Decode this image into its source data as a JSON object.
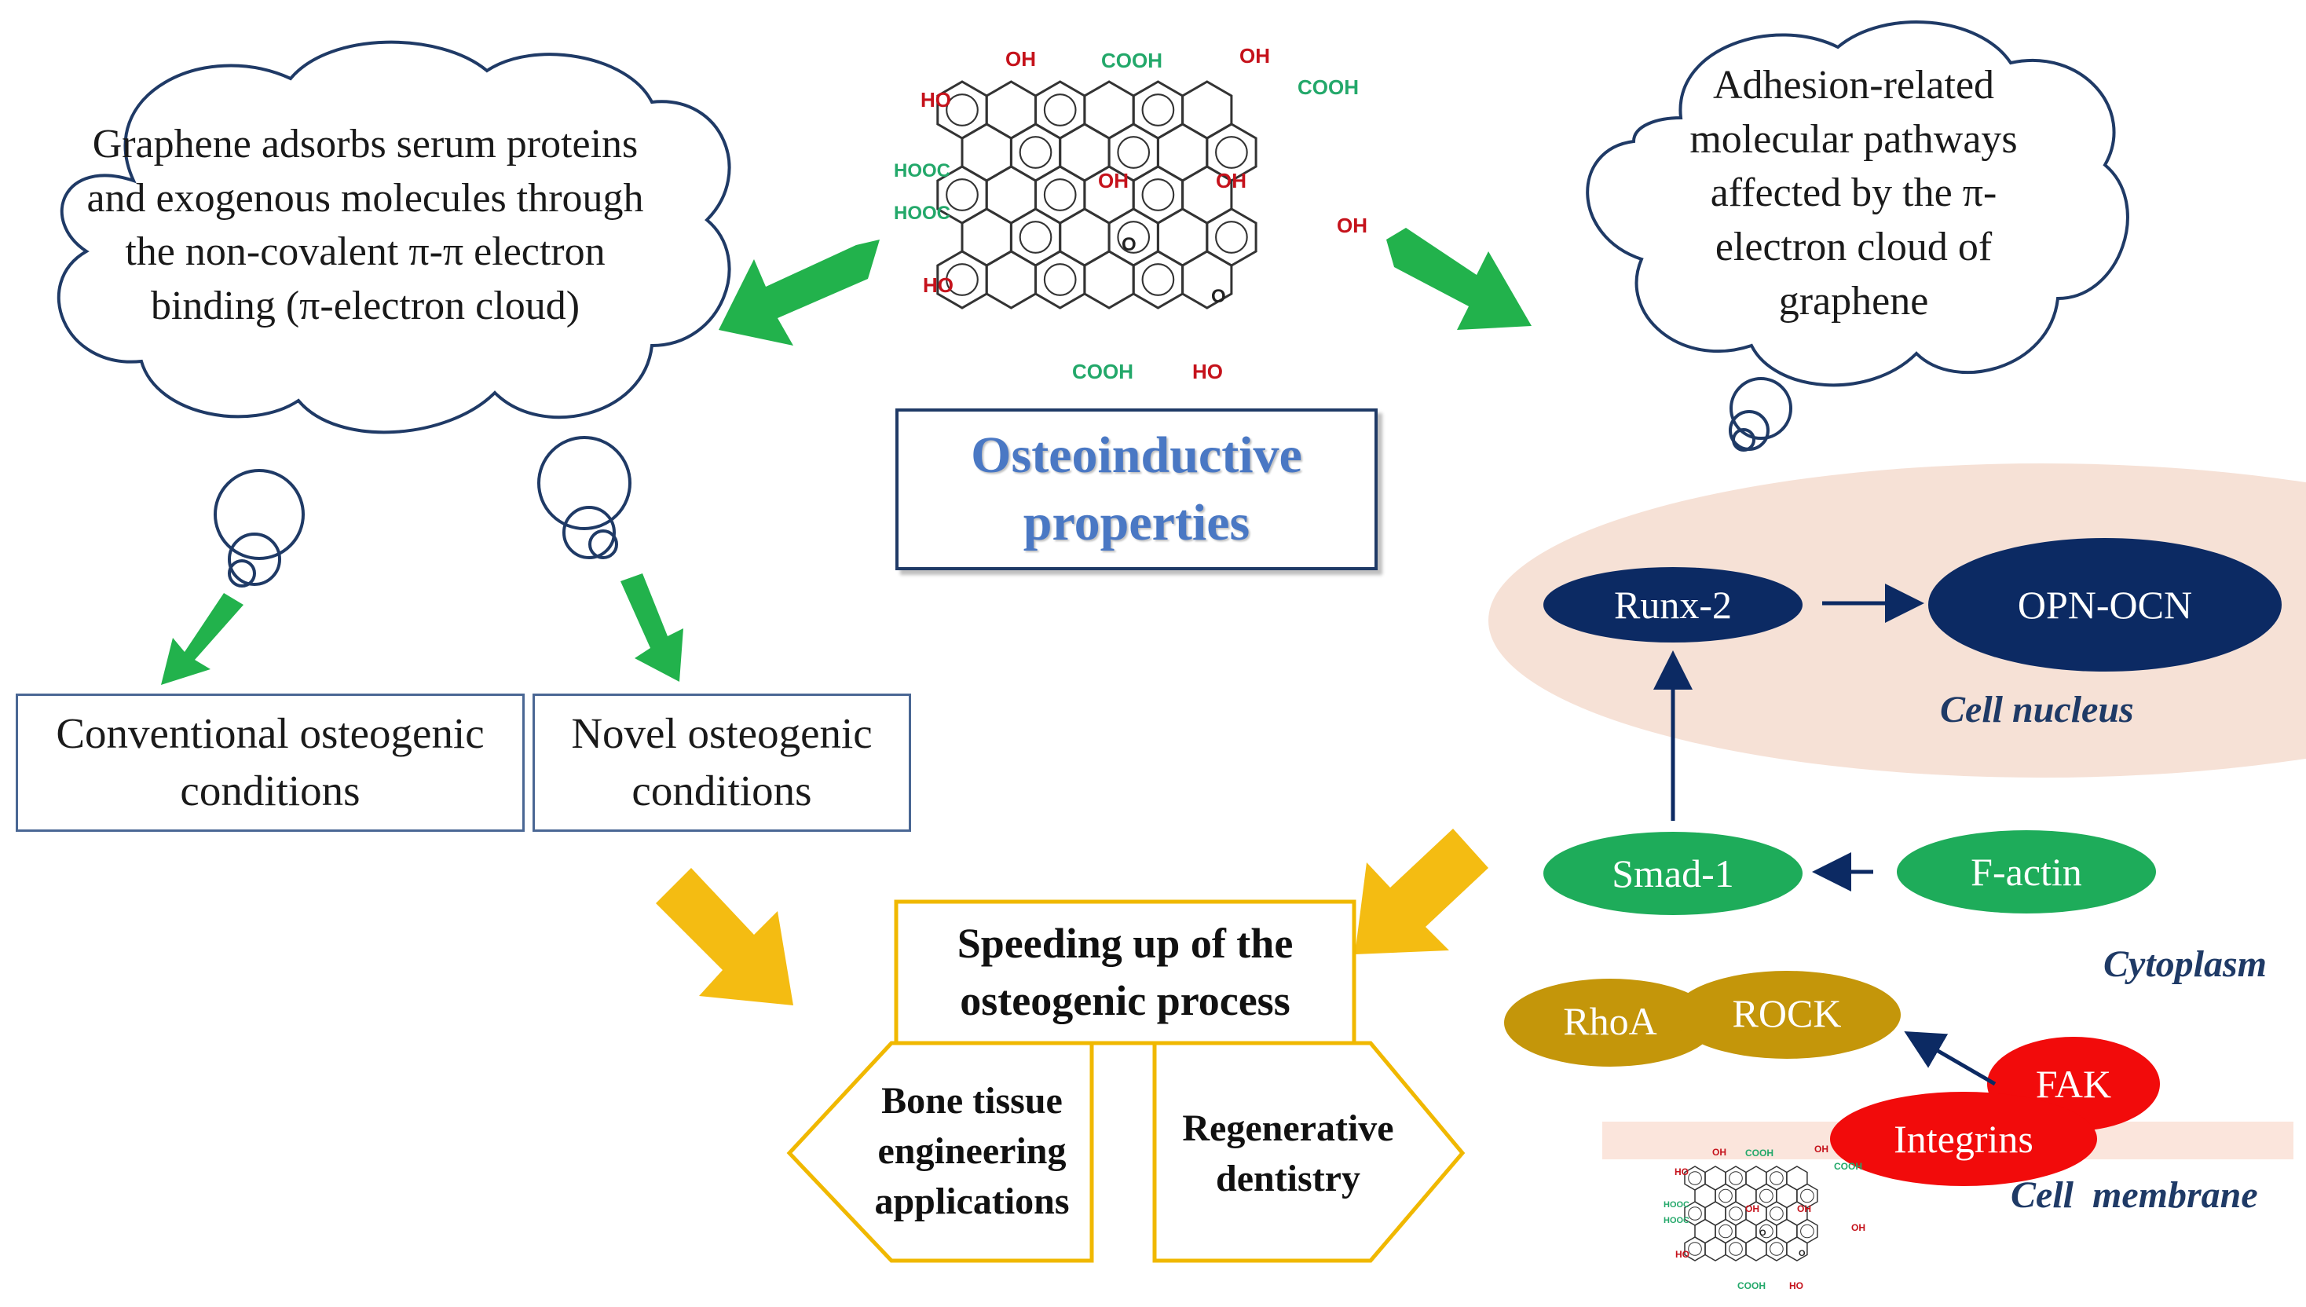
{
  "colors": {
    "navy": "#0c2a63",
    "green_node": "#1eac5a",
    "green_arrow": "#22b24c",
    "yellow_arrow": "#f4bc12",
    "yellow_border": "#f0b800",
    "olive": "#c4960a",
    "red": "#f20b0b",
    "nucleus": "#f6e1d6",
    "membrane": "#fbe5dc",
    "title_blue": "#4a78c4",
    "chem_red": "#c5121b",
    "chem_green": "#23a86a"
  },
  "graphene": {
    "labels": {
      "oh_top1": "OH",
      "cooh_top": "COOH",
      "oh_top2": "OH",
      "cooh_tr": "COOH",
      "ho_left": "HO",
      "hooc_1": "HOOC",
      "hooc_2": "HOOC",
      "oh_in1": "OH",
      "oh_in2": "OH",
      "oh_right": "OH",
      "ho_left2": "HO",
      "cooh_bottom": "COOH",
      "ho_bottom": "HO",
      "o1": "O",
      "o2": "O"
    }
  },
  "left_cloud": {
    "text": "Graphene adsorbs serum proteins and exogenous molecules through the non-covalent π-π electron binding (π-electron cloud)"
  },
  "right_cloud": {
    "text": "Adhesion-related molecular pathways affected by the π-electron cloud of graphene"
  },
  "center_box": {
    "title": "Osteoinductive properties"
  },
  "boxes": {
    "conventional": "Conventional osteogenic conditions",
    "novel": "Novel osteogenic conditions",
    "speeding": "Speeding up of the osteogenic process",
    "bone": "Bone tissue engineering applications",
    "dentistry": "Regenerative dentistry"
  },
  "pathway": {
    "runx2": "Runx-2",
    "opn": "OPN-OCN",
    "nucleus_label": "Cell nucleus",
    "smad": "Smad-1",
    "factin": "F-actin",
    "cytoplasm_label": "Cytoplasm",
    "rhoa": "RhoA",
    "rock": "ROCK",
    "fak": "FAK",
    "integrins": "Integrins",
    "membrane_label": "Cell  membrane"
  }
}
